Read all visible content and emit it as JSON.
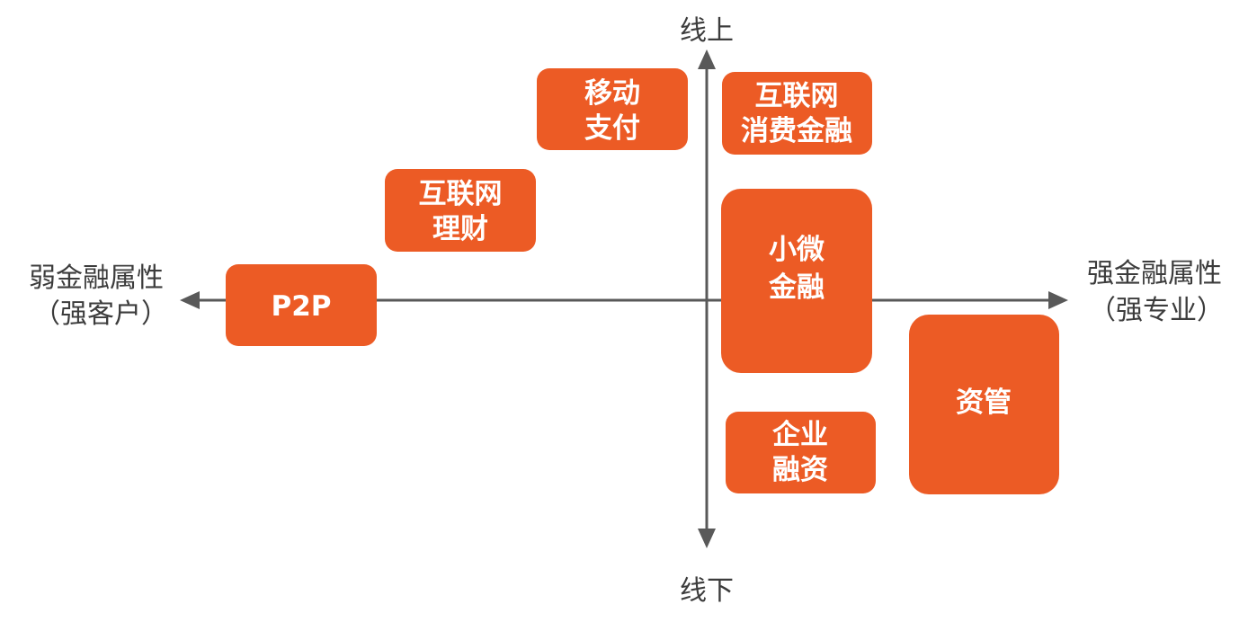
{
  "colors": {
    "box_fill": "#ec5b25",
    "box_text": "#ffffff",
    "axis": "#595959",
    "label_text": "#3c3c3c"
  },
  "axes": {
    "top": {
      "label": "线上"
    },
    "bottom": {
      "label": "线下"
    },
    "left": {
      "line1": "弱金融属性",
      "line2": "（强客户）"
    },
    "right": {
      "line1": "强金融属性",
      "line2": "（强专业）"
    }
  },
  "boxes": {
    "mobile_payment": {
      "line1": "移动",
      "line2": "支付"
    },
    "internet_consumer_finance": {
      "line1": "互联网",
      "line2": "消费金融"
    },
    "internet_wealth": {
      "line1": "互联网",
      "line2": "理财"
    },
    "p2p": {
      "label": "P2P"
    },
    "micro_finance": {
      "line1": "小微",
      "line2": "金融"
    },
    "asset_management": {
      "label": "资管"
    },
    "enterprise_financing": {
      "line1": "企业",
      "line2": "融资"
    }
  }
}
